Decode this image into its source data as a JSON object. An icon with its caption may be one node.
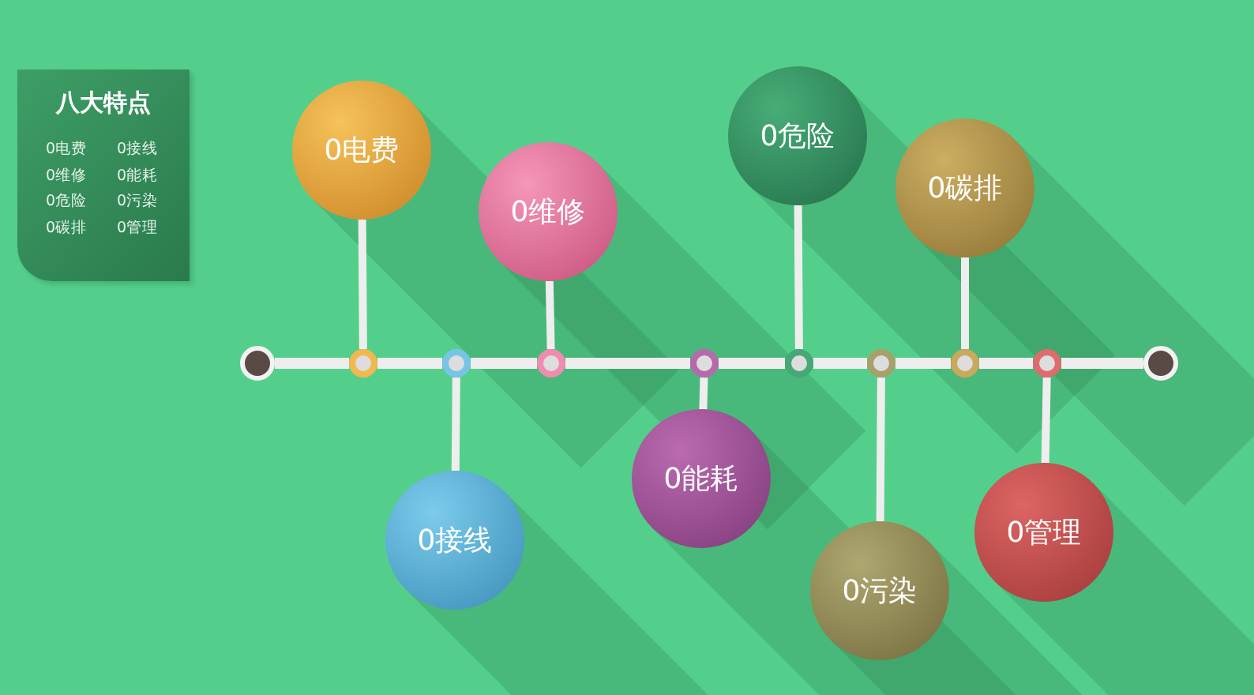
{
  "diagram": {
    "nodes": [
      {
        "text": [
          "八大特点",
          "0电费",
          "0接线",
          "0维修",
          "0能耗",
          "0危险",
          "0污染",
          "0碳排",
          "0管理"
        ]
      },
      {
        "text": [],
        "shape": "circle"
      },
      {
        "text": [],
        "shape": "circle"
      },
      {
        "text": [],
        "shape": "circle"
      },
      {
        "text": [],
        "shape": "circle"
      },
      {
        "text": [],
        "shape": "circle"
      },
      {
        "text": [],
        "shape": "circle"
      },
      {
        "text": [],
        "shape": "circle"
      },
      {
        "text": [],
        "shape": "circle"
      },
      {
        "text": [],
        "shape": "circle"
      },
      {
        "text": [],
        "shape": "circle"
      },
      {
        "text": [
          "0电费"
        ]
      },
      {
        "text": [
          "0接线"
        ]
      },
      {
        "text": [
          "0维修"
        ]
      },
      {
        "text": [
          "0能耗"
        ]
      },
      {
        "text": [
          "0危险"
        ]
      },
      {
        "text": [
          "0污染"
        ]
      },
      {
        "text": [
          "0碳排"
        ]
      },
      {
        "text": [
          "0管理"
        ]
      }
    ],
    "edges": [
      {
        "from": 1,
        "to": 2,
        "arrow": "none"
      },
      {
        "from": 2,
        "to": 3,
        "arrow": "none"
      },
      {
        "from": 3,
        "to": 4,
        "arrow": "none"
      },
      {
        "from": 4,
        "to": 5,
        "arrow": "none"
      },
      {
        "from": 5,
        "to": 6,
        "arrow": "none"
      },
      {
        "from": 6,
        "to": 7,
        "arrow": "none"
      },
      {
        "from": 7,
        "to": 8,
        "arrow": "none"
      },
      {
        "from": 8,
        "to": 9,
        "arrow": "none"
      },
      {
        "from": 9,
        "to": 10,
        "arrow": "none"
      },
      {
        "from": 11,
        "to": 2,
        "arrow": "none"
      },
      {
        "from": 12,
        "to": 3,
        "arrow": "none"
      },
      {
        "from": 13,
        "to": 4,
        "arrow": "none"
      },
      {
        "from": 14,
        "to": 5,
        "arrow": "none"
      },
      {
        "from": 15,
        "to": 6,
        "arrow": "none"
      },
      {
        "from": 16,
        "to": 7,
        "arrow": "none"
      },
      {
        "from": 17,
        "to": 8,
        "arrow": "none"
      },
      {
        "from": 18,
        "to": 9,
        "arrow": "none"
      }
    ]
  }
}
